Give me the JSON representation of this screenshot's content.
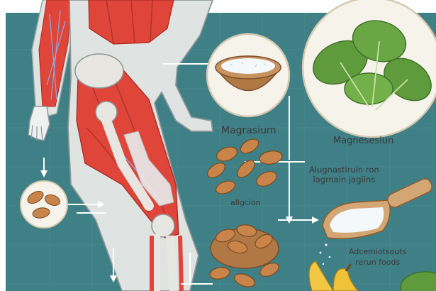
{
  "labels": {
    "label_1": "Magrasium",
    "label_2": "Magnesesiun",
    "label_3_line1": "Alugnastiruin ron",
    "label_3_line2": "lagrnain jagiins",
    "label_4": "allgcion",
    "label_5_line1": "Adcemiotsouts",
    "label_5_line2": "rerun  foods"
  },
  "colors": {
    "background_teal": "#3f7f86",
    "muscle_red": "#e0453a",
    "bone": "#e8e6e0",
    "skin": "#dfe3e2",
    "almond": "#c98449",
    "spinach": "#5f9b3c",
    "banana": "#f2c744",
    "bowl_wood": "#b07845",
    "scoop_wood": "#d3a673",
    "salt": "#f4f8fb",
    "arrow_white": "#ffffff"
  }
}
